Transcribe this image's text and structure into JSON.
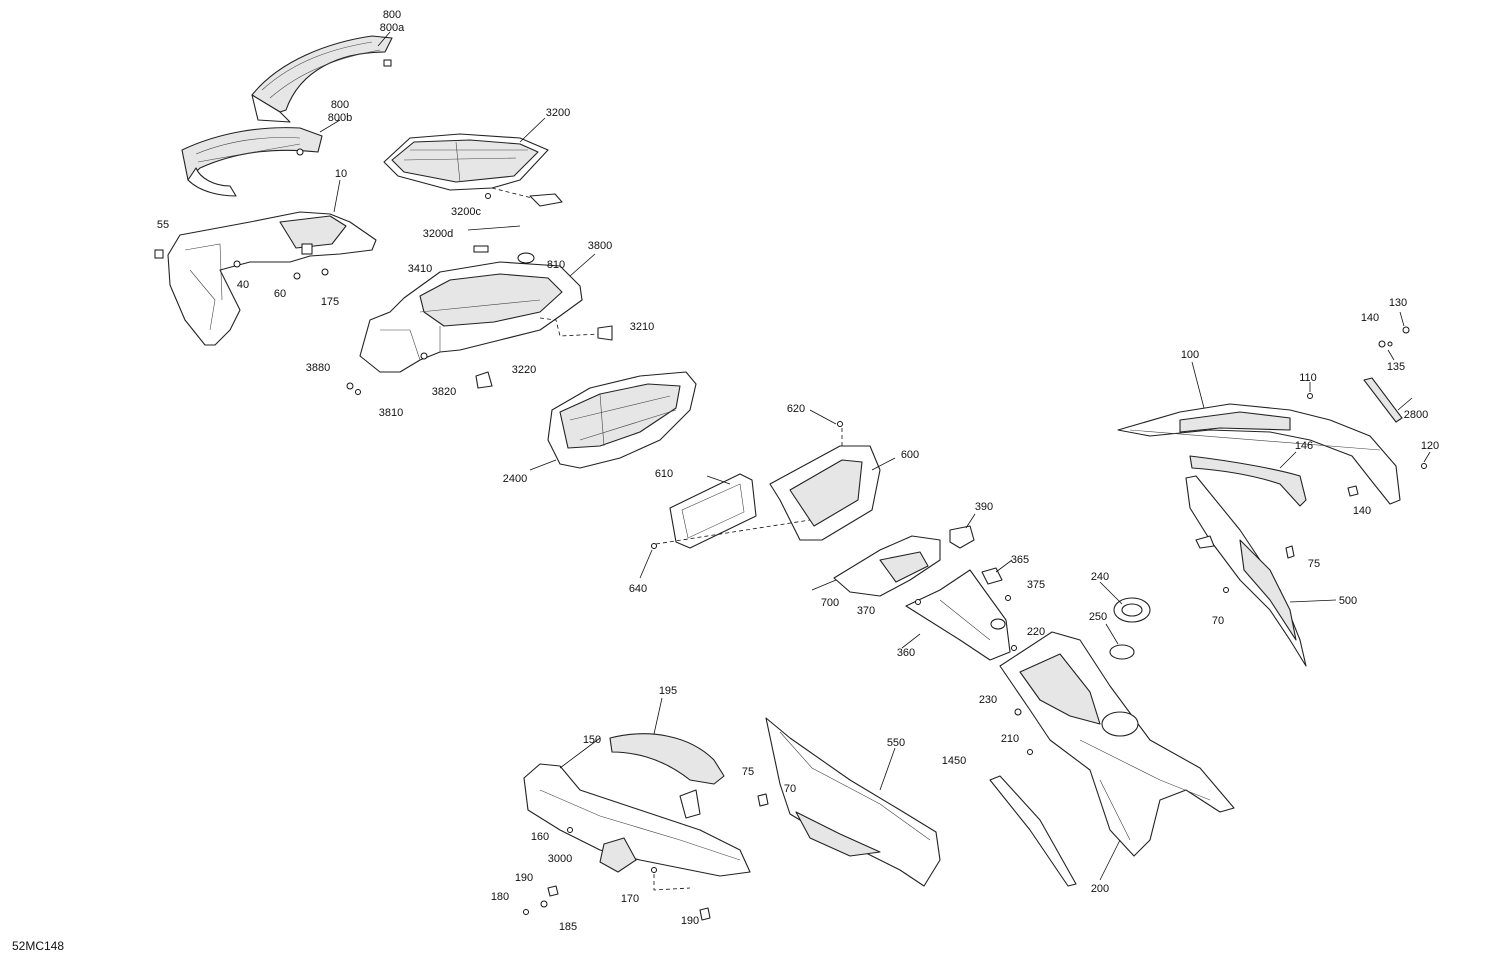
{
  "drawing_code": "52MC148",
  "callouts": [
    {
      "id": "c800",
      "text": "800"
    },
    {
      "id": "c800a",
      "text": "800a"
    },
    {
      "id": "c800b_800",
      "text": "800"
    },
    {
      "id": "c800b",
      "text": "800b"
    },
    {
      "id": "c3200",
      "text": "3200"
    },
    {
      "id": "c10",
      "text": "10"
    },
    {
      "id": "c55",
      "text": "55"
    },
    {
      "id": "c40",
      "text": "40"
    },
    {
      "id": "c60",
      "text": "60"
    },
    {
      "id": "c175",
      "text": "175"
    },
    {
      "id": "c3200c",
      "text": "3200c"
    },
    {
      "id": "c3200d",
      "text": "3200d"
    },
    {
      "id": "c3410",
      "text": "3410"
    },
    {
      "id": "c810",
      "text": "810"
    },
    {
      "id": "c3800",
      "text": "3800"
    },
    {
      "id": "c3210",
      "text": "3210"
    },
    {
      "id": "c3880",
      "text": "3880"
    },
    {
      "id": "c3820",
      "text": "3820"
    },
    {
      "id": "c3220",
      "text": "3220"
    },
    {
      "id": "c3810",
      "text": "3810"
    },
    {
      "id": "c2400",
      "text": "2400"
    },
    {
      "id": "c620",
      "text": "620"
    },
    {
      "id": "c600",
      "text": "600"
    },
    {
      "id": "c610",
      "text": "610"
    },
    {
      "id": "c640",
      "text": "640"
    },
    {
      "id": "c390",
      "text": "390"
    },
    {
      "id": "c365",
      "text": "365"
    },
    {
      "id": "c375",
      "text": "375"
    },
    {
      "id": "c700",
      "text": "700"
    },
    {
      "id": "c370",
      "text": "370"
    },
    {
      "id": "c360",
      "text": "360"
    },
    {
      "id": "c220",
      "text": "220"
    },
    {
      "id": "c240",
      "text": "240"
    },
    {
      "id": "c250",
      "text": "250"
    },
    {
      "id": "c230",
      "text": "230"
    },
    {
      "id": "c210",
      "text": "210"
    },
    {
      "id": "c1450",
      "text": "1450"
    },
    {
      "id": "c200",
      "text": "200"
    },
    {
      "id": "c550",
      "text": "550"
    },
    {
      "id": "c75a",
      "text": "75"
    },
    {
      "id": "c70a",
      "text": "70"
    },
    {
      "id": "c195",
      "text": "195"
    },
    {
      "id": "c150",
      "text": "150"
    },
    {
      "id": "c160",
      "text": "160"
    },
    {
      "id": "c3000",
      "text": "3000"
    },
    {
      "id": "c170",
      "text": "170"
    },
    {
      "id": "c190a",
      "text": "190"
    },
    {
      "id": "c180",
      "text": "180"
    },
    {
      "id": "c185",
      "text": "185"
    },
    {
      "id": "c190b",
      "text": "190"
    },
    {
      "id": "c100",
      "text": "100"
    },
    {
      "id": "c110",
      "text": "110"
    },
    {
      "id": "c130",
      "text": "130"
    },
    {
      "id": "c140a",
      "text": "140"
    },
    {
      "id": "c135",
      "text": "135"
    },
    {
      "id": "c2800",
      "text": "2800"
    },
    {
      "id": "c120",
      "text": "120"
    },
    {
      "id": "c146",
      "text": "146"
    },
    {
      "id": "c140b",
      "text": "140"
    },
    {
      "id": "c75b",
      "text": "75"
    },
    {
      "id": "c70b",
      "text": "70"
    },
    {
      "id": "c500",
      "text": "500"
    }
  ]
}
